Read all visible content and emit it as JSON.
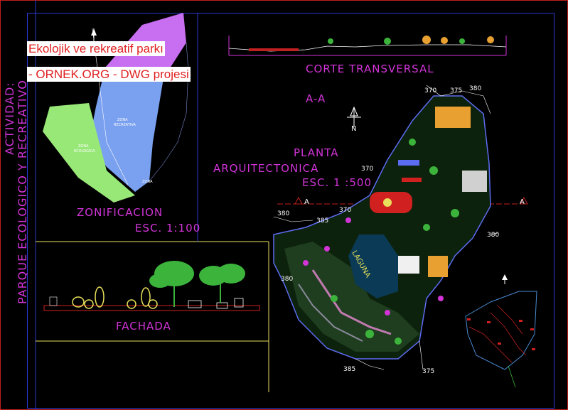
{
  "banner": {
    "title": "Ekolojik ve rekreatif parkı",
    "subtitle": "- ORNEK.ORG - DWG projesi"
  },
  "labels": {
    "actividad": "ACTIVIDAD:",
    "parque": "PARQUE ECOLOGICO Y RECREATIVO",
    "zonificacion": "ZONIFICACION",
    "zonificacion_scale": "ESC. 1:100",
    "corte": "CORTE TRANSVERSAL",
    "corte_id": "A-A",
    "planta": "PLANTA",
    "arquitectonica": "ARQUITECTONICA",
    "planta_scale": "ESC. 1 :500",
    "fachada": "FACHADA",
    "zona_recreativa": "ZONA RECREATIVA",
    "zona_ecologica": "ZONA ECOLOGICA",
    "zona_top": "ZONA",
    "laguna": "LAGUNA",
    "section_marker_left": "A",
    "section_marker_right": "A",
    "north": "N"
  },
  "elevations": [
    "370",
    "375",
    "380",
    "370",
    "380",
    "385",
    "370",
    "380",
    "380",
    "385",
    "375"
  ],
  "colors": {
    "magenta": "#d234d8",
    "violet": "#c86ef0",
    "blue_zone": "#7aa0f0",
    "green_zone": "#98e878",
    "frame_red": "#c02020",
    "frame_blue": "#2a3ad0",
    "tree_green": "#3cb43c",
    "yellow_line": "#e8e05a"
  },
  "icons": [
    "north-arrow-icon",
    "section-marker-icon"
  ]
}
